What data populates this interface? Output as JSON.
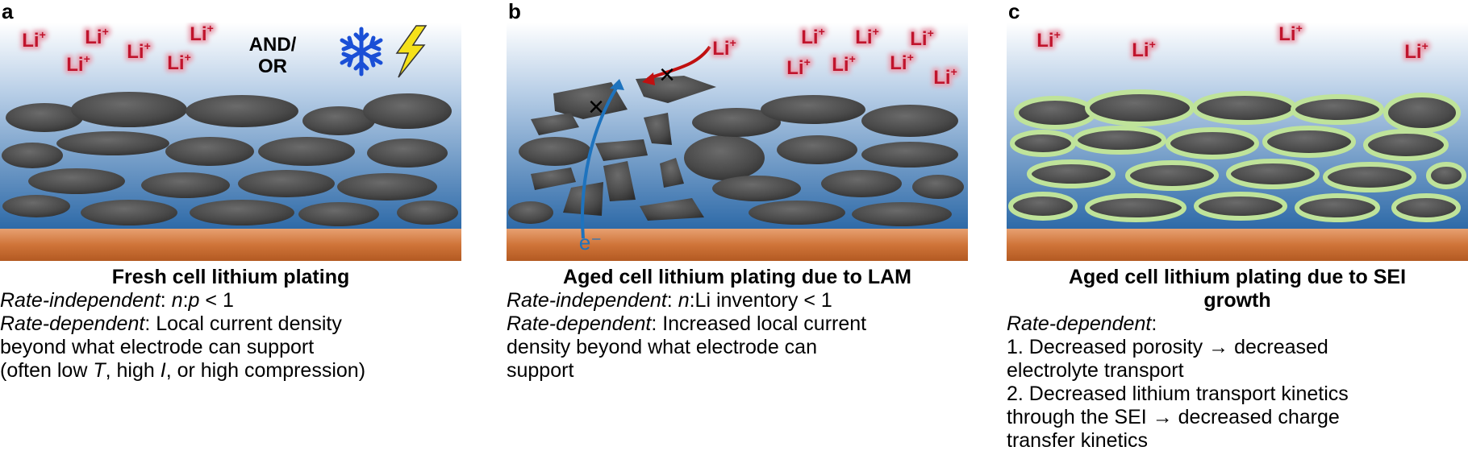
{
  "ion_label": "Li",
  "ion_charge": "+",
  "electron_label": "e⁻",
  "blocked_marker": "×",
  "arrow_glyph": "→",
  "colors": {
    "electrolyte_top": "#ffffff",
    "electrolyte_bottom": "#2e6aa8",
    "particle": "#4a4a4a",
    "current_collector": "#c66a2e",
    "sei": "#bfe39a",
    "ion_glow": "#e8a0b0",
    "ion_text": "#c0142c",
    "snowflake": "#1a4fd6",
    "lightning": "#f5e11a",
    "electron_path": "#1e73be",
    "lithium_path": "#c01010"
  },
  "icons": [
    "snowflake-icon",
    "lightning-icon"
  ],
  "panels": [
    {
      "letter": "a",
      "and_or_line1": "AND/",
      "and_or_line2": "OR",
      "title": "Fresh cell lithium plating",
      "ri_label": "Rate-independent",
      "ri_sep": ":",
      "ri_n": "n",
      "ri_colon": ":",
      "ri_p": "p",
      "ri_rest": " < 1",
      "rd_label": "Rate-dependent",
      "rd_text": ": Local current density",
      "line3": "beyond what electrode can support",
      "line4_a": "(often low ",
      "line4_T": "T",
      "line4_b": ", high ",
      "line4_I": "I",
      "line4_c": ", or high compression)"
    },
    {
      "letter": "b",
      "title": "Aged cell lithium plating due to LAM",
      "ri_label": "Rate-independent",
      "ri_sep": ": ",
      "ri_n": "n",
      "ri_rest": ":Li inventory < 1",
      "rd_label": "Rate-dependent",
      "rd_text": ": Increased local current",
      "line3": "density beyond what electrode can",
      "line4": "support"
    },
    {
      "letter": "c",
      "title_line1": "Aged cell lithium plating due to SEI",
      "title_line2": "growth",
      "rd_label": "Rate-dependent",
      "rd_sep": ":",
      "item1_a": "1. Decreased porosity ",
      "item1_b": " decreased",
      "item1_line2": "electrolyte transport",
      "item2_line1": "2. Decreased lithium transport kinetics",
      "item2_a": "through the SEI ",
      "item2_b": " decreased charge",
      "item2_line3": "transfer kinetics"
    }
  ]
}
